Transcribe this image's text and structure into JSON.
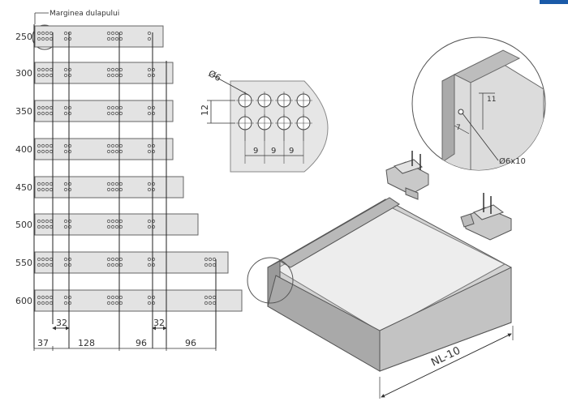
{
  "diagram": {
    "caption": "Marginea dulapului",
    "rail_lengths": [
      "250",
      "300",
      "350",
      "400",
      "450",
      "500",
      "550",
      "600"
    ],
    "bottom_dimensions": [
      "37",
      "128",
      "96",
      "96"
    ],
    "offset_dimensions": [
      "32",
      "32"
    ],
    "detail": {
      "hole_diameter": "Ø6",
      "row_spacing": "12",
      "hole_pitch": [
        "9",
        "9",
        "9"
      ]
    },
    "corner": {
      "dim_vertical": "11",
      "dim_side": "7",
      "bore": "Ø6x10"
    },
    "drawer": {
      "length_label": "NL-10"
    },
    "colors": {
      "rail_fill": "#e3e3e3",
      "rail_stroke": "#666666",
      "accent": "#1a5aa8"
    }
  }
}
